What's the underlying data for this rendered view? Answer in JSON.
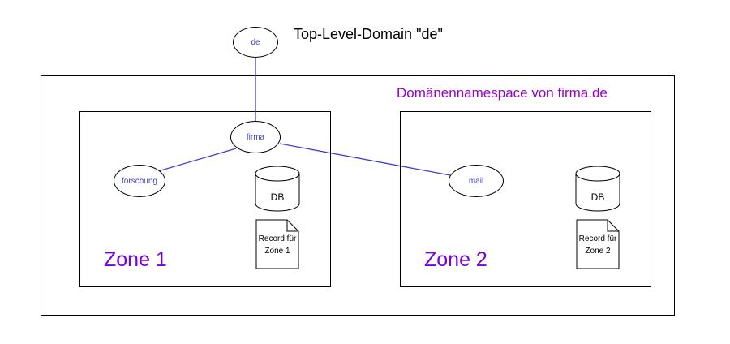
{
  "header": {
    "tld_caption": "Top-Level-Domain \"de\""
  },
  "nodes": {
    "de": "de",
    "firma": "firma",
    "forschung": "forschung",
    "mail": "mail"
  },
  "edges": [
    {
      "from": "de",
      "to": "firma"
    },
    {
      "from": "firma",
      "to": "forschung"
    },
    {
      "from": "firma",
      "to": "mail"
    }
  ],
  "namespace": {
    "label": "Domänennamespace von firma.de"
  },
  "zones": [
    {
      "label": "Zone 1",
      "db_label": "DB",
      "record_line1": "Record für",
      "record_line2": "Zone 1"
    },
    {
      "label": "Zone 2",
      "db_label": "DB",
      "record_line1": "Record für",
      "record_line2": "Zone 2"
    }
  ],
  "colors": {
    "edge_blue": "#3f3fd0",
    "node_text_blue": "#4040cc",
    "namespace_label_purple": "#9900cc",
    "zone_label_purple": "#7a00e0",
    "outline_black": "#000000",
    "background": "#ffffff"
  }
}
